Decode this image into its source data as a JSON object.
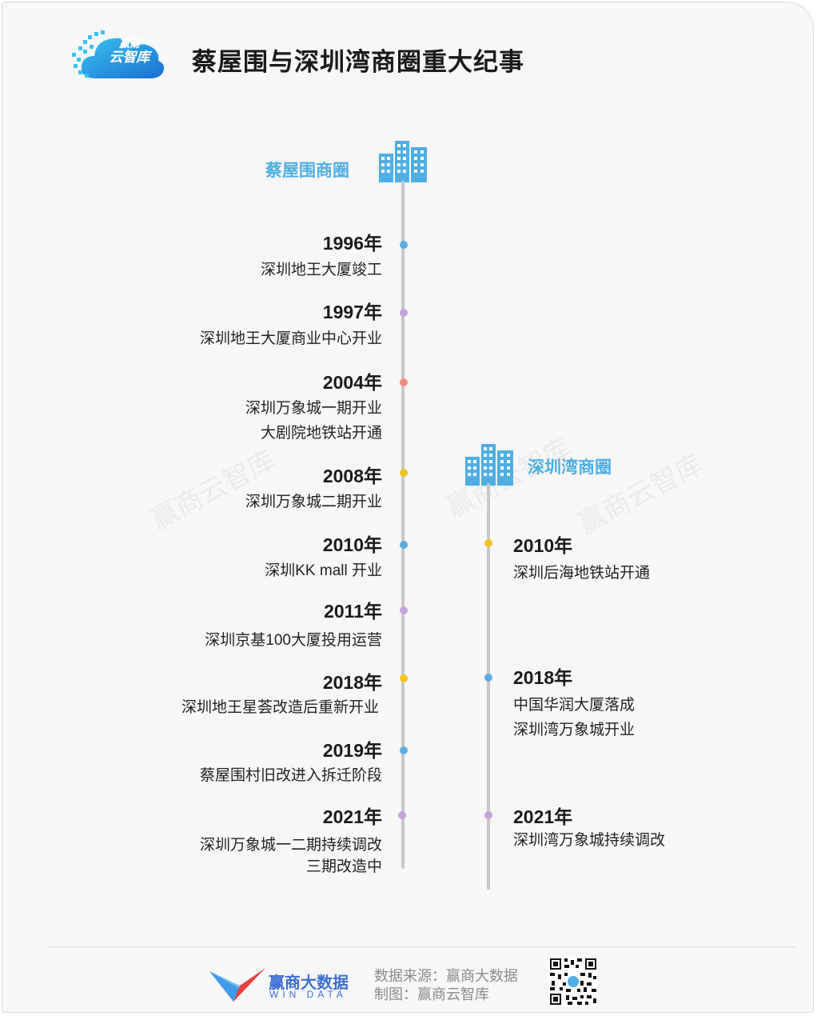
{
  "header": {
    "logo_top": "赢商",
    "logo_bottom": "云智库",
    "title": "蔡屋围与深圳湾商圈重大纪事"
  },
  "sections": {
    "left_title": "蔡屋围商圈",
    "right_title": "深圳湾商圈"
  },
  "left_events": [
    {
      "year": "1996年",
      "lines": [
        "深圳地王大厦竣工"
      ],
      "color": "#5aaee3"
    },
    {
      "year": "1997年",
      "lines": [
        "深圳地王大厦商业中心开业"
      ],
      "color": "#c5a3dc"
    },
    {
      "year": "2004年",
      "lines": [
        "深圳万象城一期开业",
        "大剧院地铁站开通"
      ],
      "color": "#f08d7c"
    },
    {
      "year": "2008年",
      "lines": [
        "深圳万象城二期开业"
      ],
      "color": "#f5c21b"
    },
    {
      "year": "2010年",
      "lines": [
        "深圳KK mall 开业"
      ],
      "color": "#5aaee3"
    },
    {
      "year": "2011年",
      "lines": [
        "深圳京基100大厦投用运营"
      ],
      "color": "#c5a3dc"
    },
    {
      "year": "2018年",
      "lines": [
        "深圳地王星荟改造后重新开业"
      ],
      "color": "#f5c21b"
    },
    {
      "year": "2019年",
      "lines": [
        "蔡屋围村旧改进入拆迁阶段"
      ],
      "color": "#5aaee3"
    },
    {
      "year": "2021年",
      "lines": [
        "深圳万象城一二期持续调改",
        "三期改造中"
      ],
      "color": "#c5a3dc"
    }
  ],
  "right_events": [
    {
      "year": "2010年",
      "lines": [
        "深圳后海地铁站开通"
      ],
      "color": "#f5c21b"
    },
    {
      "year": "2018年",
      "lines": [
        "中国华润大厦落成",
        "深圳湾万象城开业"
      ],
      "color": "#5aaee3"
    },
    {
      "year": "2021年",
      "lines": [
        "深圳湾万象城持续调改"
      ],
      "color": "#c5a3dc"
    }
  ],
  "watermark": "赢商云智库",
  "footer": {
    "brand": "赢商大数据",
    "brand_sub": "WIN DATA",
    "source": "数据来源：赢商大数据",
    "made_by": "制图：赢商云智库"
  }
}
